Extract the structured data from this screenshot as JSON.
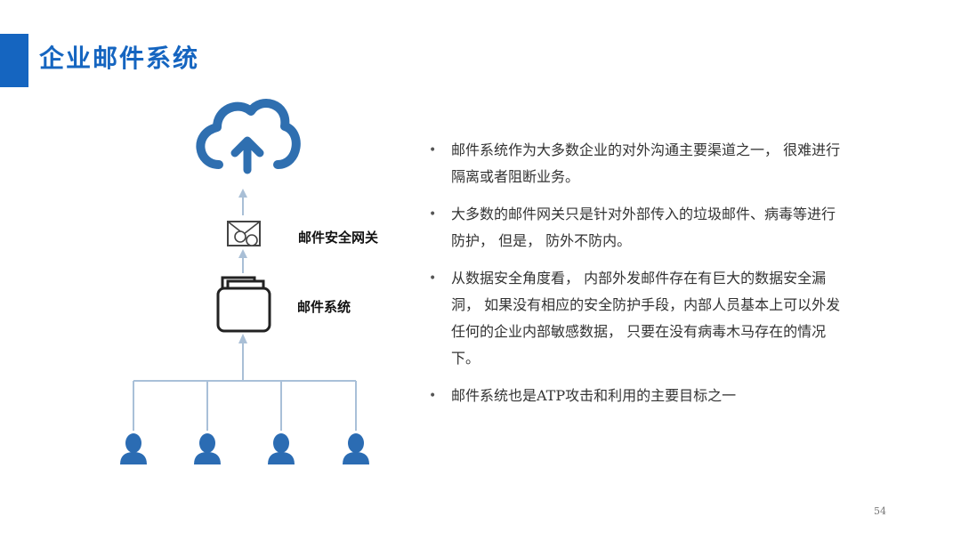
{
  "slide": {
    "title": "企业邮件系统",
    "page_number": "54"
  },
  "diagram": {
    "gateway_label": "邮件安全网关",
    "mail_system_label": "邮件系统",
    "icons": [
      "cloud-upload-icon",
      "mail-gateway-icon",
      "folder-icon",
      "user-icon"
    ],
    "colors": {
      "cloud": "#2f6fb0",
      "arrow": "#a9bfd6",
      "tree": "#a9c0d8",
      "user": "#2b6cb3",
      "title": "#1565c0"
    }
  },
  "bullets": [
    "邮件系统作为大多数企业的对外沟通主要渠道之一， 很难进行隔离或者阻断业务。",
    "大多数的邮件网关只是针对外部传入的垃圾邮件、病毒等进行防护， 但是， 防外不防内。",
    "从数据安全角度看， 内部外发邮件存在有巨大的数据安全漏洞， 如果没有相应的安全防护手段，内部人员基本上可以外发任何的企业内部敏感数据， 只要在没有病毒木马存在的情况下。",
    "邮件系统也是ATP攻击和利用的主要目标之一"
  ]
}
